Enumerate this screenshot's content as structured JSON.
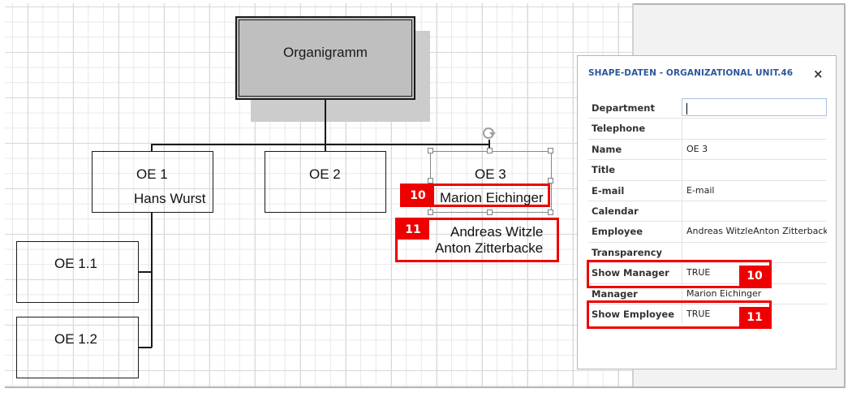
{
  "diagram": {
    "root": {
      "label": "Organigramm"
    },
    "units": [
      {
        "id": "oe1",
        "label": "OE 1",
        "manager": "Hans Wurst"
      },
      {
        "id": "oe2",
        "label": "OE 2"
      },
      {
        "id": "oe3",
        "label": "OE 3",
        "manager": "Marion Eichinger",
        "employees": [
          "Andreas Witzle",
          "Anton Zitterbacke"
        ]
      },
      {
        "id": "oe11",
        "label": "OE 1.1"
      },
      {
        "id": "oe12",
        "label": "OE 1.2"
      }
    ]
  },
  "annotations": {
    "marker_10": "10",
    "marker_11": "11",
    "highlight_color": "#ee0000"
  },
  "panel": {
    "title": "SHAPE-DATEN - ORGANIZATIONAL UNIT.46",
    "close_icon": "×",
    "rows": [
      {
        "label": "Department",
        "value": ""
      },
      {
        "label": "Telephone",
        "value": ""
      },
      {
        "label": "Name",
        "value": "OE 3"
      },
      {
        "label": "Title",
        "value": ""
      },
      {
        "label": "E-mail",
        "value": "E-mail"
      },
      {
        "label": "Calendar",
        "value": ""
      },
      {
        "label": "Employee",
        "value": "Andreas WitzleAnton Zitterbacke"
      },
      {
        "label": "Transparency",
        "value": ""
      },
      {
        "label": "Show Manager",
        "value": "TRUE"
      },
      {
        "label": "Manager",
        "value": "Marion Eichinger"
      },
      {
        "label": "Show Employee",
        "value": "TRUE"
      }
    ]
  }
}
